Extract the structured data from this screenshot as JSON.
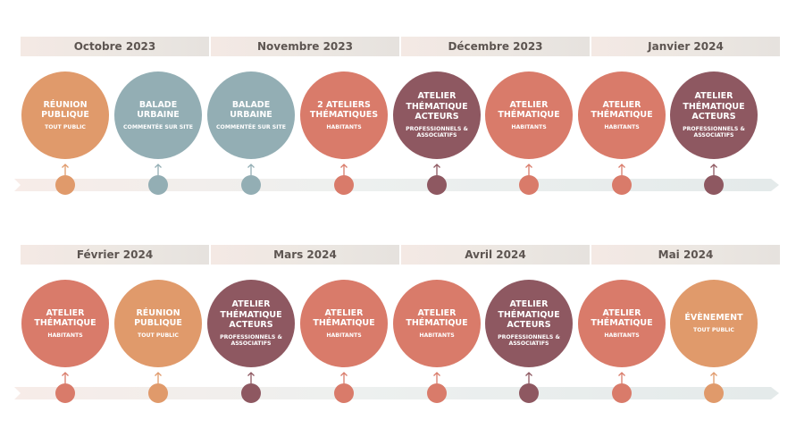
{
  "rows": [
    {
      "months": [
        "Octobre 2023",
        "Novembre 2023",
        "Décembre 2023",
        "Janvier 2024"
      ],
      "events": [
        {
          "title": "Réunion publique",
          "sub": "Tout public",
          "color": "#e09a6b"
        },
        {
          "title": "Balade urbaine",
          "sub": "Commentée sur site",
          "color": "#93aeb4"
        },
        {
          "title": "Balade urbaine",
          "sub": "Commentée sur site",
          "color": "#93aeb4"
        },
        {
          "title": "2 ateliers thématiques",
          "sub": "Habitants",
          "color": "#d97b6a"
        },
        {
          "title": "Atelier thématique acteurs",
          "sub": "Professionnels & associatifs",
          "color": "#8e5861"
        },
        {
          "title": "Atelier thématique",
          "sub": "Habitants",
          "color": "#d97b6a"
        },
        {
          "title": "Atelier thématique",
          "sub": "Habitants",
          "color": "#d97b6a"
        },
        {
          "title": "Atelier thématique acteurs",
          "sub": "Professionnels & associatifs",
          "color": "#8e5861"
        }
      ]
    },
    {
      "months": [
        "Février 2024",
        "Mars 2024",
        "Avril 2024",
        "Mai 2024"
      ],
      "events": [
        {
          "title": "Atelier thématique",
          "sub": "Habitants",
          "color": "#d97b6a"
        },
        {
          "title": "Réunion publique",
          "sub": "Tout public",
          "color": "#e09a6b"
        },
        {
          "title": "Atelier thématique acteurs",
          "sub": "Professionnels & associatifs",
          "color": "#8e5861"
        },
        {
          "title": "Atelier thématique",
          "sub": "Habitants",
          "color": "#d97b6a"
        },
        {
          "title": "Atelier thématique",
          "sub": "Habitants",
          "color": "#d97b6a"
        },
        {
          "title": "Atelier thématique acteurs",
          "sub": "Professionnels & associatifs",
          "color": "#8e5861"
        },
        {
          "title": "Atelier thématique",
          "sub": "Habitants",
          "color": "#d97b6a"
        },
        {
          "title": "Évènement",
          "sub": "Tout public",
          "color": "#e09a6b"
        }
      ]
    }
  ]
}
